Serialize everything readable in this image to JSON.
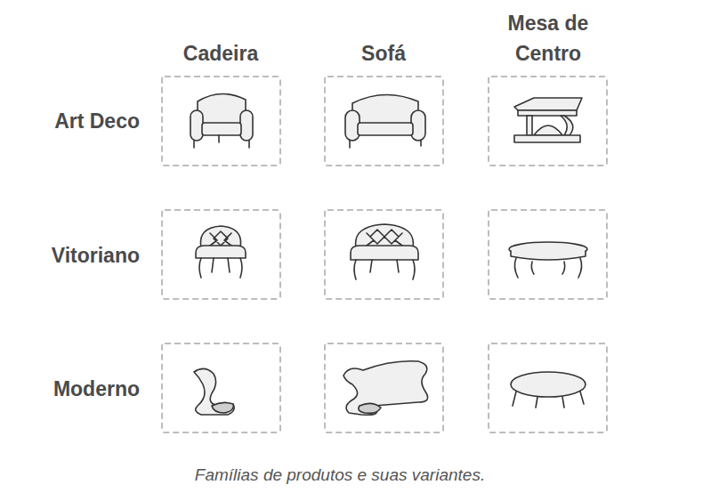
{
  "diagram": {
    "caption": "Famílias de produtos e suas variantes.",
    "labels": [
      "Cadeira",
      "Sofá",
      "Mesa de Centro",
      "Art Deco",
      "Vitoriano",
      "Moderno"
    ]
  }
}
